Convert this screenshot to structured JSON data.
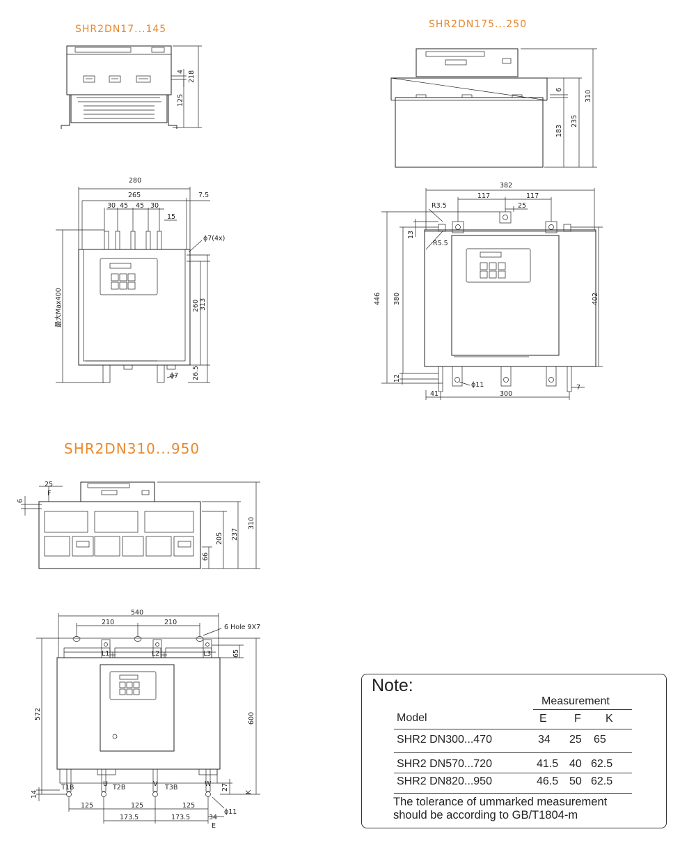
{
  "titles": {
    "t1": "SHR2DN17...145",
    "t2": "SHR2DN175...250",
    "t3": "SHR2DN310...950"
  },
  "dims": {
    "d218": "218",
    "d4": "4",
    "d125a": "125",
    "d6a": "6",
    "d235": "235",
    "d183": "183",
    "d310a": "310",
    "d280": "280",
    "d265": "265",
    "d75": "7.5",
    "d30a": "30",
    "d45a": "45",
    "d45b": "45",
    "d30b": "30",
    "d15": "15",
    "phi7x4": "ϕ7(4x)",
    "max400": "最大Max400",
    "d260": "260",
    "d313": "313",
    "d265b": "26.5",
    "phi7": "ϕ7",
    "d382": "382",
    "d117a": "117",
    "d117b": "117",
    "r35": "R3.5",
    "d25a": "25",
    "r55": "R5.5",
    "d13": "13",
    "d446": "446",
    "d380": "380",
    "d402": "402",
    "d12": "12",
    "phi11a": "ϕ11",
    "d41": "41",
    "d300": "300",
    "d7": "7",
    "d25b": "25",
    "F1": "F",
    "d6b": "6",
    "d205": "205",
    "d237": "237",
    "d310b": "310",
    "d66": "66",
    "d540": "540",
    "d210a": "210",
    "d210b": "210",
    "hole": "6  Hole 9X7",
    "d65": "65",
    "L1": "L1",
    "L2": "L2",
    "L3": "L3",
    "d572": "572",
    "d600": "600",
    "T1B": "T1B",
    "U": "U",
    "T2B": "T2B",
    "V": "V",
    "T3B": "T3B",
    "W": "W",
    "d14": "14",
    "d27": "27",
    "K": "K",
    "phi11b": "ϕ11",
    "d125b": "125",
    "d125c": "125",
    "d125d": "125",
    "d1735a": "173.5",
    "d1735b": "173.5",
    "d34": "34",
    "E": "E"
  },
  "note": {
    "title": "Note:",
    "measurement": "Measurement",
    "model": "Model",
    "cols": [
      "E",
      "F",
      "K"
    ],
    "rows": [
      {
        "model": "SHR2  DN300...470",
        "E": "34",
        "F": "25",
        "K": "65"
      },
      {
        "model": "SHR2  DN570...720",
        "E": "41.5",
        "F": "40",
        "K": "62.5"
      },
      {
        "model": "SHR2  DN820...950",
        "E": "46.5",
        "F": "50",
        "K": "62.5"
      }
    ],
    "tolerance1": "The tolerance of ummarked measurement",
    "tolerance2": "should be according to GB/T1804-m"
  },
  "colors": {
    "title": "#e8892d",
    "line": "#222222"
  }
}
